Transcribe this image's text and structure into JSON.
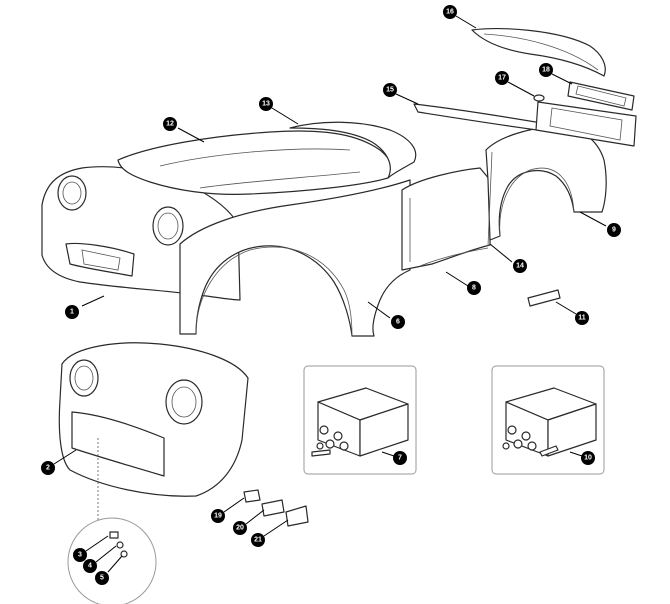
{
  "callouts": [
    {
      "label": "1"
    },
    {
      "label": "2"
    },
    {
      "label": "3"
    },
    {
      "label": "4"
    },
    {
      "label": "5"
    },
    {
      "label": "6"
    },
    {
      "label": "7"
    },
    {
      "label": "8"
    },
    {
      "label": "9"
    },
    {
      "label": "10"
    },
    {
      "label": "11"
    },
    {
      "label": "12"
    },
    {
      "label": "13"
    },
    {
      "label": "14"
    },
    {
      "label": "15"
    },
    {
      "label": "16"
    },
    {
      "label": "17"
    },
    {
      "label": "18"
    },
    {
      "label": "19"
    },
    {
      "label": "20"
    },
    {
      "label": "21"
    }
  ],
  "colors": {
    "line": "#2a2a2a",
    "callout": "#000000",
    "box_border": "#9a9a9a"
  }
}
